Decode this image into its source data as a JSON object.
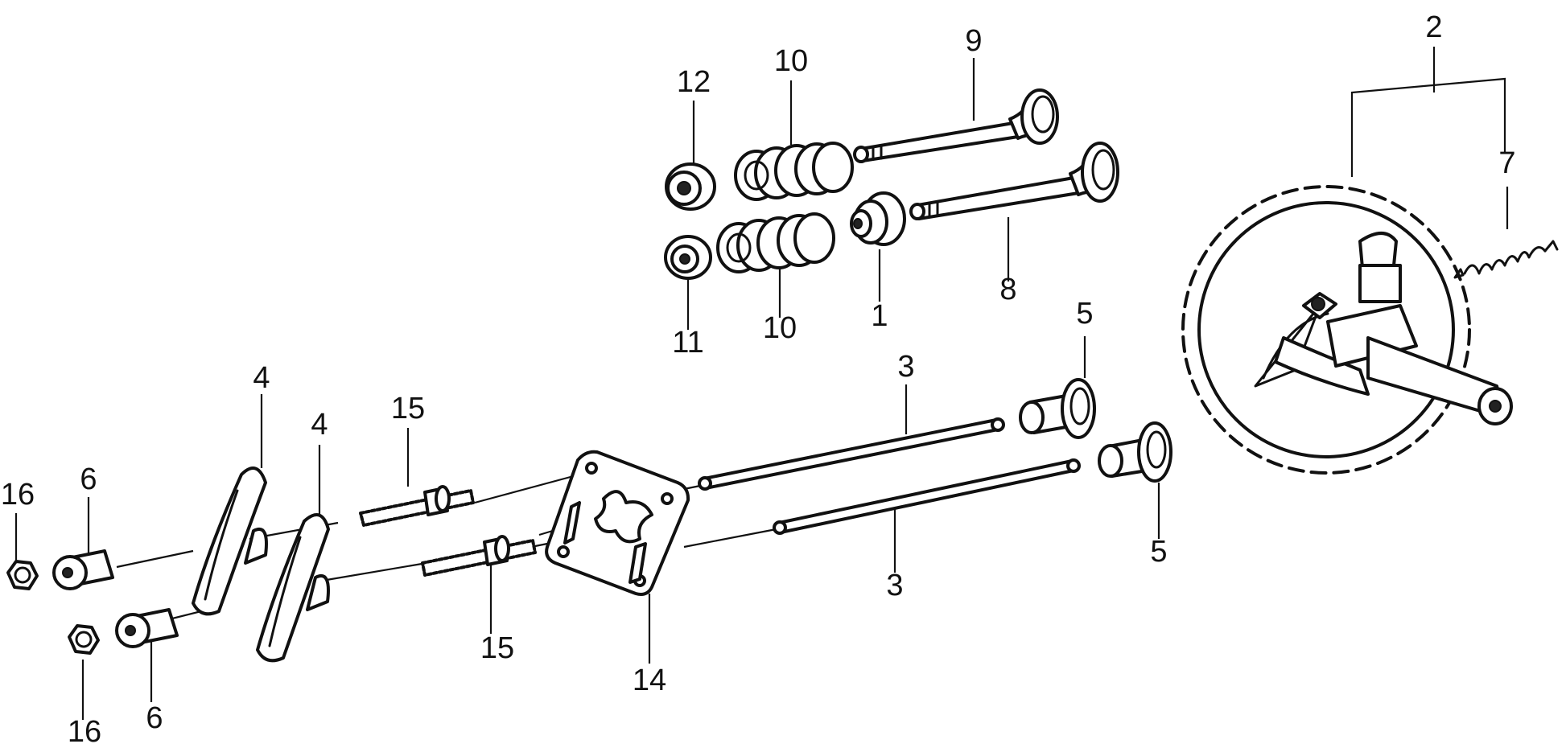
{
  "diagram": {
    "callouts": {
      "c1": "1",
      "c2": "2",
      "c3a": "3",
      "c3b": "3",
      "c4a": "4",
      "c4b": "4",
      "c5a": "5",
      "c5b": "5",
      "c6a": "6",
      "c6b": "6",
      "c7": "7",
      "c8": "8",
      "c9": "9",
      "c10a": "10",
      "c10b": "10",
      "c11": "11",
      "c12": "12",
      "c14": "14",
      "c15a": "15",
      "c15b": "15",
      "c16a": "16",
      "c16b": "16"
    },
    "parts": [
      "valve-seat-1",
      "camshaft-gear-2",
      "push-rod-3",
      "rocker-arm-4",
      "tappet-5",
      "adjusting-nut-6",
      "decompression-spring-7",
      "exhaust-valve-8",
      "intake-valve-9",
      "valve-spring-10",
      "valve-spring-retainer-11",
      "valve-cap-12",
      "guide-plate-14",
      "rocker-stud-15",
      "lock-nut-16"
    ]
  }
}
